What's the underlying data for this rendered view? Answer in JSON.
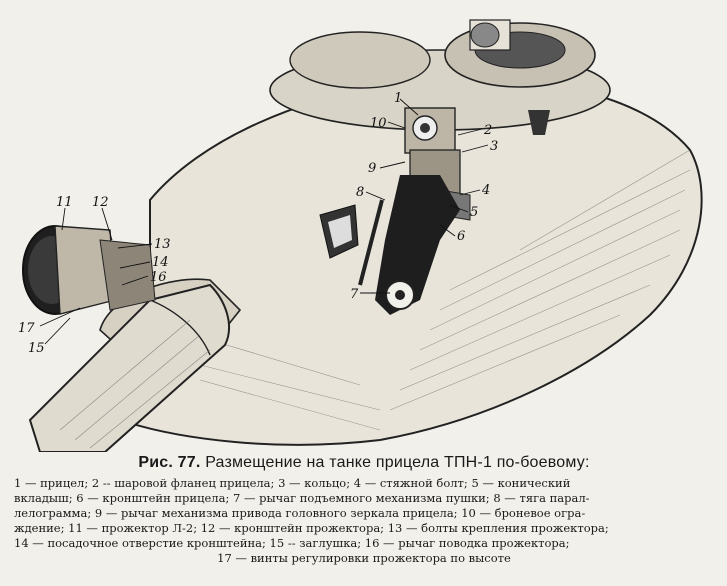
{
  "figure": {
    "number_label": "Рис. 77.",
    "title": "Размещение на танке прицела ТПН-1 по-боевому:",
    "callouts": [
      {
        "id": "c1",
        "text": "1"
      },
      {
        "id": "c2",
        "text": "2"
      },
      {
        "id": "c3",
        "text": "3"
      },
      {
        "id": "c4",
        "text": "4"
      },
      {
        "id": "c5",
        "text": "5"
      },
      {
        "id": "c6",
        "text": "6"
      },
      {
        "id": "c7",
        "text": "7"
      },
      {
        "id": "c8",
        "text": "8"
      },
      {
        "id": "c9",
        "text": "9"
      },
      {
        "id": "c10",
        "text": "10"
      },
      {
        "id": "c11",
        "text": "11"
      },
      {
        "id": "c12",
        "text": "12"
      },
      {
        "id": "c13",
        "text": "13"
      },
      {
        "id": "c14",
        "text": "14"
      },
      {
        "id": "c15",
        "text": "15"
      },
      {
        "id": "c16",
        "text": "16"
      },
      {
        "id": "c17",
        "text": "17"
      }
    ],
    "legend_lines": [
      "1 — прицел; 2 -- шаровой фланец прицела; 3 — кольцо; 4 — стяжной болт; 5 — конический",
      "вкладыш; 6 — кронштейн прицела; 7 — рычаг подъемного механизма пушки; 8 — тяга парал-",
      "лелограмма; 9 — рычаг механизма привода головного зеркала прицела; 10 — броневое огра-",
      "ждение; 11 — прожектор Л-2; 12 — кронштейн прожектора; 13 — болты крепления прожектора;",
      "14 — посадочное отверстие кронштейна; 15 -- заглушка; 16 — рычаг поводка прожектора;",
      "17 — винты регулировки прожектора по высоте"
    ]
  }
}
